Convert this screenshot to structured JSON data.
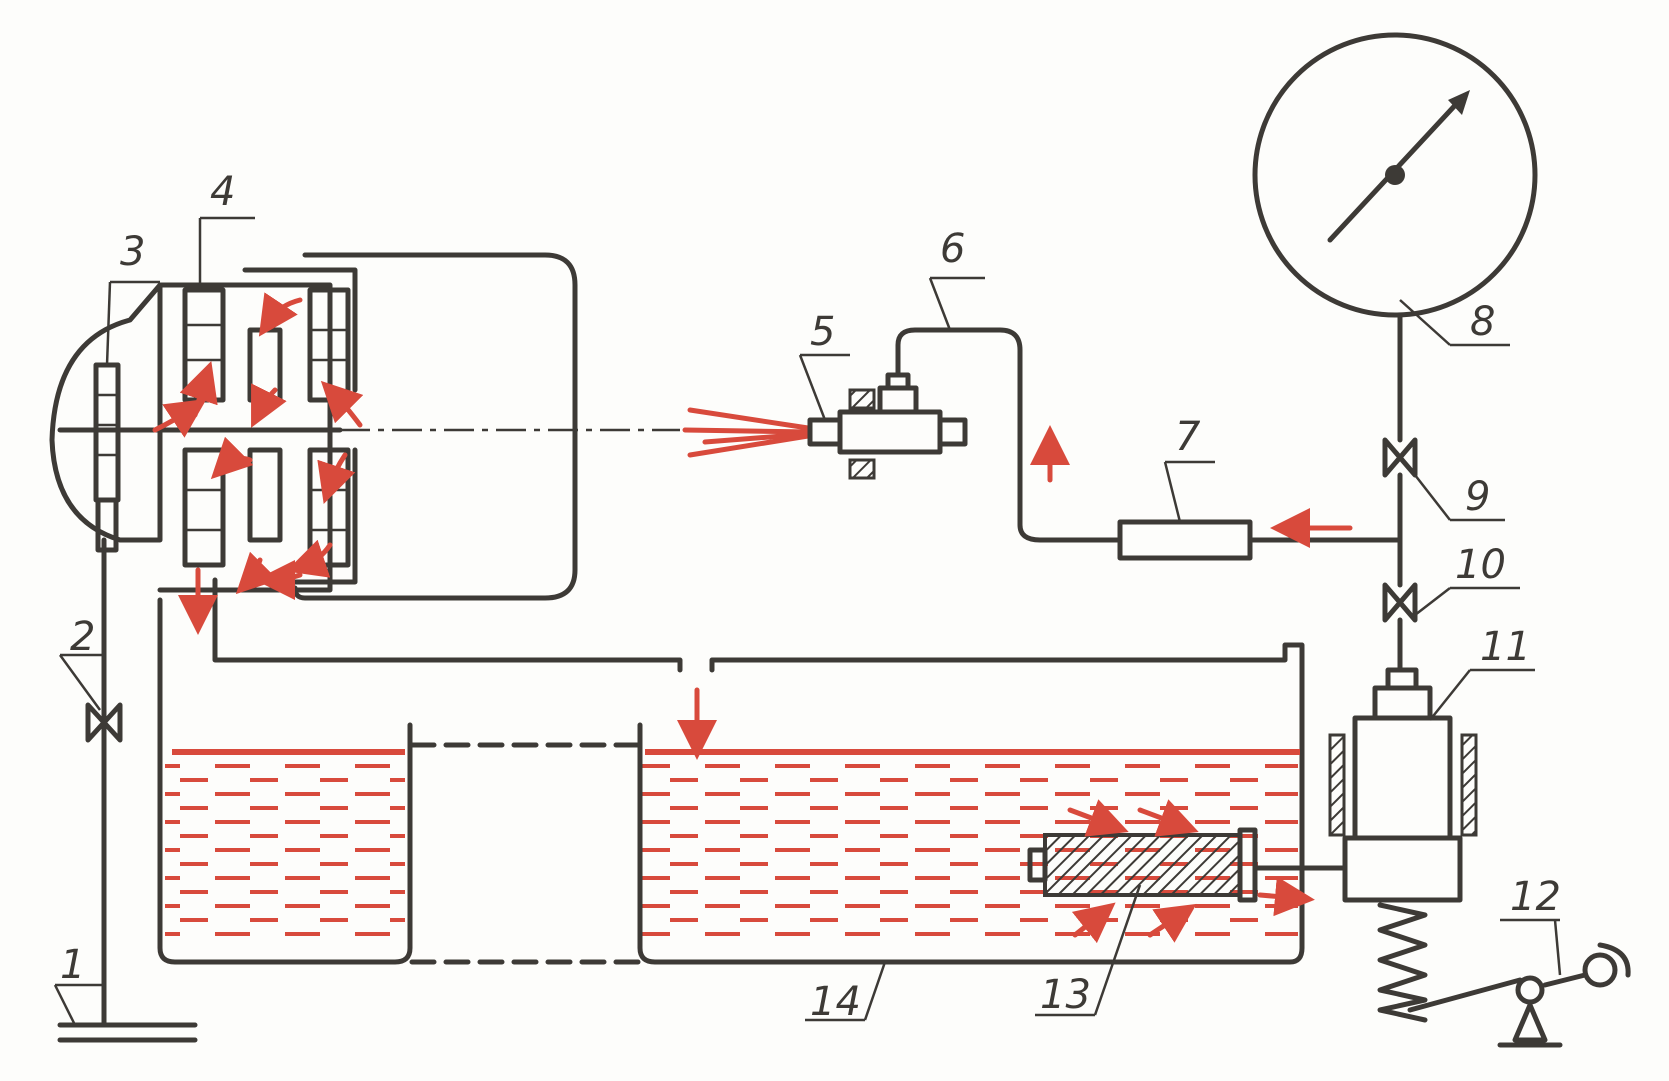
{
  "diagram": {
    "labels": {
      "l1": "1",
      "l2": "2",
      "l3": "3",
      "l4": "4",
      "l5": "5",
      "l6": "6",
      "l7": "7",
      "l8": "8",
      "l9": "9",
      "l10": "10",
      "l11": "11",
      "l12": "12",
      "l13": "13",
      "l14": "14"
    },
    "colors": {
      "line": "#3d3a36",
      "fluid": "#d84a3c",
      "background": "#fdfdfb"
    }
  }
}
